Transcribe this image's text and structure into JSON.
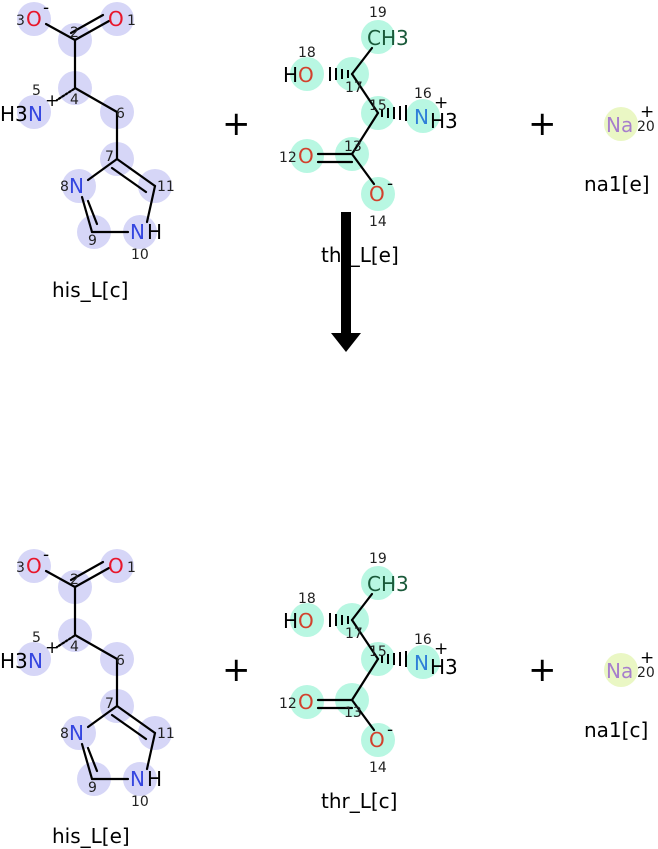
{
  "colors": {
    "his_highlight": "#d6d6f7",
    "thr_highlight": "#b8f7e2",
    "na_highlight": "#eaf7c4",
    "oxygen_his": "#e8162b",
    "oxygen_thr": "#d2412d",
    "nitrogen_his": "#3546e0",
    "nitrogen_thr": "#2f7fd8",
    "carbon_thr": "#1a5a3a",
    "sodium": "#a77fcc",
    "bond": "#000000",
    "arrow": "#000000"
  },
  "plus_sign": "+",
  "top_row": {
    "his": {
      "name": "his_L[c]",
      "atoms": {
        "O1": "O",
        "O3": "O",
        "N5": "N",
        "H3_5": "H3",
        "N8": "N",
        "N10": "N",
        "H10": "H",
        "n1": "1",
        "n2": "2",
        "n3": "3",
        "n4": "4",
        "n5": "5",
        "n6": "6",
        "n7": "7",
        "n8": "8",
        "n9": "9",
        "n10": "10",
        "n11": "11",
        "chg_o3": "-",
        "chg_n5": "+"
      }
    },
    "thr": {
      "name": "thr_L[e]",
      "atoms": {
        "C19": "CH3",
        "O18": "O",
        "H18": "H",
        "N16": "N",
        "H16": "H3",
        "O12": "O",
        "O14": "O",
        "n12": "12",
        "n13": "13",
        "n14": "14",
        "n15": "15",
        "n16": "16",
        "n17": "17",
        "n18": "18",
        "n19": "19",
        "chg_o14": "-",
        "chg_n16": "+"
      }
    },
    "na": {
      "name": "na1[e]",
      "symbol": "Na",
      "num": "20",
      "charge": "+"
    }
  },
  "bottom_row": {
    "his": {
      "name": "his_L[e]",
      "atoms": {
        "O1": "O",
        "O3": "O",
        "N5": "N",
        "H3_5": "H3",
        "N8": "N",
        "N10": "N",
        "H10": "H",
        "n1": "1",
        "n2": "2",
        "n3": "3",
        "n4": "4",
        "n5": "5",
        "n6": "6",
        "n7": "7",
        "n8": "8",
        "n9": "9",
        "n10": "10",
        "n11": "11",
        "chg_o3": "-",
        "chg_n5": "+"
      }
    },
    "thr": {
      "name": "thr_L[c]",
      "atoms": {
        "C19": "CH3",
        "O18": "O",
        "H18": "H",
        "N16": "N",
        "H16": "H3",
        "O12": "O",
        "O14": "O",
        "n12": "12",
        "n13": "13",
        "n14": "14",
        "n15": "15",
        "n16": "16",
        "n17": "17",
        "n18": "18",
        "n19": "19",
        "chg_o14": "-",
        "chg_n16": "+"
      }
    },
    "na": {
      "name": "na1[c]",
      "symbol": "Na",
      "num": "20",
      "charge": "+"
    }
  }
}
